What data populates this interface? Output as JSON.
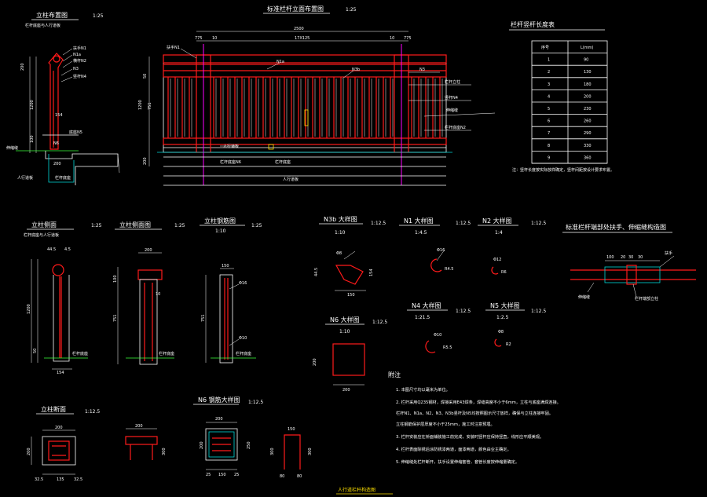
{
  "sheet_title": "人行道栏杆构造图",
  "views": {
    "column_elevation": {
      "title": "立柱布置图",
      "scale": "1:25",
      "note": "栏杆底座与人行道板"
    },
    "panel_elevation": {
      "title": "标准栏杆立面布置图",
      "scale": "1:25"
    },
    "column_side": {
      "title": "立柱侧面",
      "scale": "1:25",
      "note": "栏杆底座与人行道板"
    },
    "column_front": {
      "title": "立柱侧面图",
      "scale": "1:25"
    },
    "column_rebar": {
      "title": "立柱钢筋图",
      "scale": "1:25",
      "sub": "1:10"
    },
    "n3b": {
      "title": "N3b 大样图",
      "scale": "1:12.5",
      "sub": "1:10"
    },
    "n1": {
      "title": "N1 大样图",
      "scale": "1:12.5",
      "sub": "1:4.5"
    },
    "n2": {
      "title": "N2 大样图",
      "scale": "1:12.5",
      "sub": "1:4"
    },
    "n4": {
      "title": "N4 大样图",
      "scale": "1:12.5",
      "sub": "1:21.5"
    },
    "n5": {
      "title": "N5 大样图",
      "scale": "1:12.5",
      "sub": "1:2.5"
    },
    "n6": {
      "title": "N6 大样图",
      "scale": "1:12.5",
      "sub": "1:10"
    },
    "joint": {
      "title": "标准栏杆端部处扶手、伸缩缝构造图"
    },
    "column_section": {
      "title": "立柱断面",
      "scale": "1:12.5"
    },
    "n6_section": {
      "title": "N6 钢筋大样图",
      "scale": "1:12.5"
    }
  },
  "table": {
    "title": "栏杆竖杆长度表",
    "headers": [
      "序号",
      "L(mm)"
    ],
    "rows": [
      [
        "1",
        "90"
      ],
      [
        "2",
        "130"
      ],
      [
        "3",
        "180"
      ],
      [
        "4",
        "200"
      ],
      [
        "5",
        "230"
      ],
      [
        "6",
        "260"
      ],
      [
        "7",
        "290"
      ],
      [
        "8",
        "330"
      ],
      [
        "9",
        "360"
      ]
    ],
    "footnote": "注：竖杆长度按实际放样确定，竖杆间距按设计要求布置。"
  },
  "dims": {
    "total": "2500",
    "end_left": "775",
    "mid": "17X125",
    "ten_l": "10",
    "ten_r": "10",
    "end_right": "775",
    "h1200": "1200",
    "h751": "751",
    "h100": "100",
    "h50": "50",
    "h200": "200",
    "h250": "250",
    "w200": "200",
    "w150": "150",
    "w154": "154",
    "w135": "135",
    "w325": "32.5",
    "w300": "300",
    "w10": "10",
    "w25": "25",
    "w16": "16",
    "w80": "80",
    "w30": "30",
    "w44": "44.5",
    "w45": "4.5"
  },
  "labels": {
    "top_rail": "扶手N1",
    "rail_n1a": "N1a",
    "rail_n2": "横杆N2",
    "rail_n3": "N3",
    "post_n4": "竖杆N4",
    "post_n3b": "N3b",
    "base": "底座N5",
    "anchor": "N6",
    "left_tag": "扶手N1",
    "right_tag1": "栏杆立柱",
    "right_tag2": "竖杆N4",
    "right_tag3": "伸缩缝",
    "right_tag4": "栏杆底座N2",
    "bottom_tag1": "人行道板",
    "bottom_tag2": "栏杆底座",
    "bottom_tag3": "栏杆底座N6",
    "left_bottom1": "伸缩缝",
    "left_bottom2": "人行道板",
    "left_side_tag": "栏杆底座",
    "side_bot": "栏杆底座",
    "rebar_bot": "栏杆底座",
    "phi16": "Φ16",
    "phi12": "Φ12",
    "phi10": "Φ10",
    "phi8": "Φ8",
    "r45": "R4.5",
    "r6": "R6",
    "r55": "R5.5",
    "r2": "R2",
    "joint_left": "扶手",
    "joint_right": "伸缩缝",
    "joint_bl": "伸缩缝",
    "joint_br": "栏杆端部立柱",
    "joint_dims": [
      "100",
      "20",
      "30",
      "30"
    ]
  },
  "notes": {
    "title": "附注",
    "items": [
      "1. 本图尺寸均以毫米为单位。",
      "2. 栏杆采用Q235钢材，焊接采用E43焊条，焊缝高度不小于6mm，立柱与底座满焊连接。",
      "   栏杆N1、N1a、N2、N3、N3b竖杆及N5均按照图示尺寸放样，确保与立柱连接牢固。",
      "   立柱钢筋保护层厚度不小于25mm，施工时注意预埋。",
      "3. 栏杆安装应在桥面铺装施工前完成，安装时竖杆应保持竖直，线形应平顺美观。",
      "4. 栏杆表面除锈后涂防锈漆两道，面漆两道，颜色由业主确定。",
      "5. 伸缩缝处栏杆断开，扶手设置伸缩套管，套管长度按伸缩量确定。"
    ]
  }
}
